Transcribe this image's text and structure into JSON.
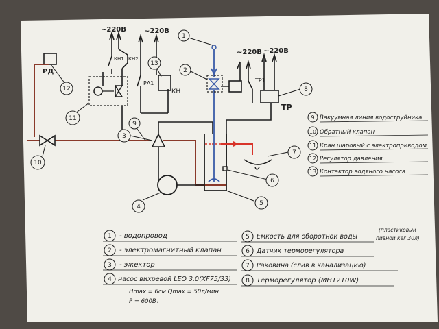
{
  "labels": {
    "v_kh1": "~220В",
    "v_ra1": "~220В",
    "v_tr1": "~220В",
    "v_tr2": "~220В",
    "pd": "РД",
    "kh1": "КН1",
    "kh2": "КН2",
    "ra1": "РА1",
    "kn": "КН",
    "tr1": "ТР1",
    "tr": "ТР"
  },
  "markers": [
    "1",
    "2",
    "3",
    "4",
    "5",
    "6",
    "7",
    "8",
    "9",
    "10",
    "11",
    "12",
    "13"
  ],
  "legend_right": [
    {
      "num": "9",
      "text": "Вакуумная линия водоструйника"
    },
    {
      "num": "10",
      "text": "Обратный клапан"
    },
    {
      "num": "11",
      "text": "Кран шаровый с электроприводом"
    },
    {
      "num": "12",
      "text": "Регулятор давления"
    },
    {
      "num": "13",
      "text": "Контактор водяного насоса"
    }
  ],
  "legend_left": [
    {
      "num": "1",
      "text": "- водопровод"
    },
    {
      "num": "2",
      "text": "- электромагнитный клапан"
    },
    {
      "num": "3",
      "text": "- эжектор"
    },
    {
      "num": "4",
      "text": "насос вихревой LEO 3.0(XF75/33)"
    }
  ],
  "pump_specs": {
    "line1": "Hmax = 6см   Qmax = 50л/мин",
    "line2": "P = 600Вт"
  },
  "legend_mid": [
    {
      "num": "5",
      "text": "Емкость для оборотной воды"
    },
    {
      "num": "6",
      "text": "Датчик терморегулятора"
    },
    {
      "num": "7",
      "text": "Раковина (слив в канализацию)"
    },
    {
      "num": "8",
      "text": "Терморегулятор (MH1210W)"
    }
  ],
  "tank_note": {
    "line1": "(пластиковый",
    "line2": "пивной кег 30л)"
  },
  "colors": {
    "paper": "#f1f0ea",
    "ink": "#1f1f1f",
    "water_blue": "#3a5ba8",
    "vacuum_brown": "#8a3a2a",
    "outlet_red": "#d8342a"
  }
}
